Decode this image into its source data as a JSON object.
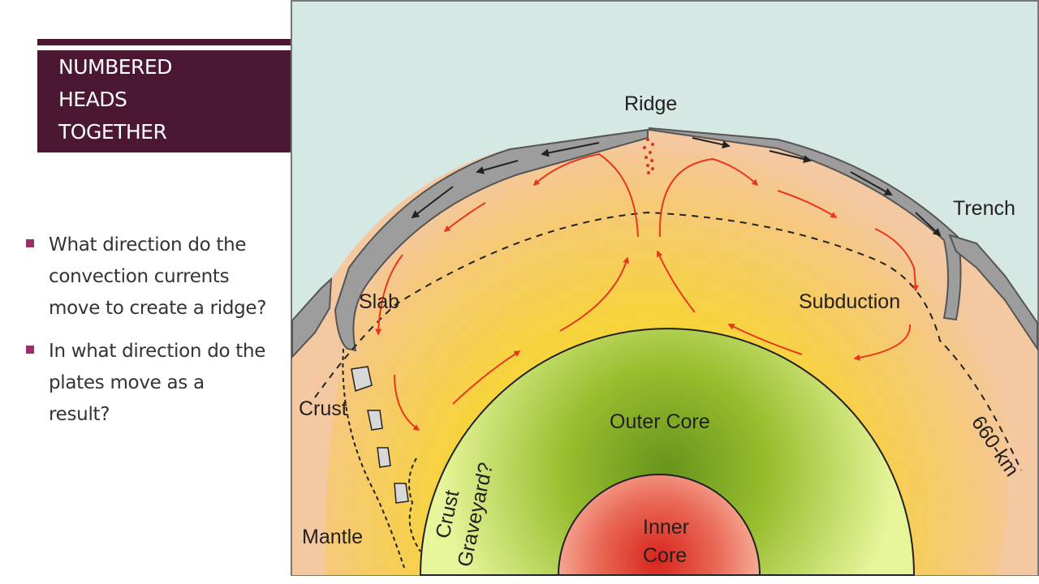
{
  "title": "NUMBERED\nHEADS\nTOGETHER",
  "questions": [
    "What direction do the convection currents move to create a ridge?",
    "In what direction do the plates move as a result?"
  ],
  "diagram": {
    "labels": {
      "ridge": "Ridge",
      "trench": "Trench",
      "slab": "Slab",
      "subduction": "Subduction",
      "crust": "Crust",
      "depth": "660-km",
      "outer_core": "Outer Core",
      "inner_core_line1": "Inner",
      "inner_core_line2": "Core",
      "mantle": "Mantle",
      "graveyard_line1": "Crust",
      "graveyard_line2": "Graveyard?"
    },
    "colors": {
      "sky": "#d6e8e3",
      "mantle": "#f4c8a0",
      "upper_mantle": "#f7c870",
      "outer_core": "#cbe27a",
      "inner_core": "#e8564a",
      "plate": "#9d9d9d",
      "arrows": "#e8361e",
      "title_background": "#4b1733",
      "bullet_marker": "#9b2f6a"
    }
  }
}
